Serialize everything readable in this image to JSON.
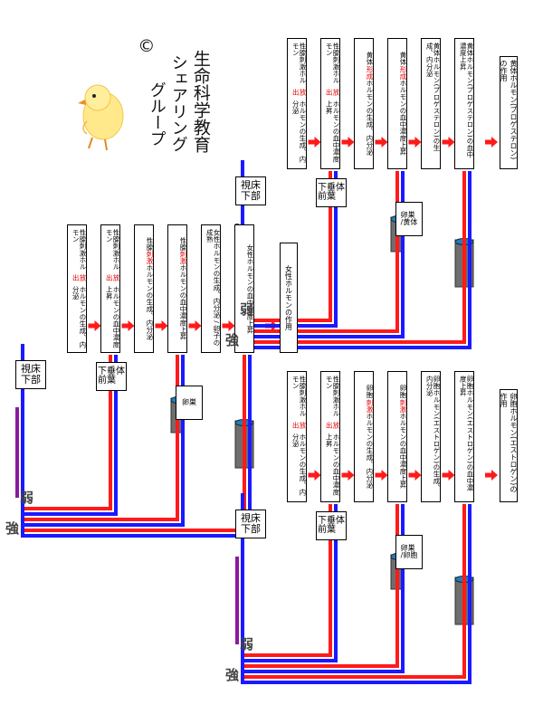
{
  "credit": {
    "symbol": "©",
    "line1": "生命科学教育",
    "line2": "シェアリング",
    "line3": "グループ",
    "chick_icon": "chick-icon"
  },
  "words": {
    "strong": "強",
    "weak": "弱"
  },
  "colors": {
    "red": "#ff1a1a",
    "blue": "#1a1aff",
    "purple": "#8a1aa0",
    "gland": "#6e6e6e",
    "gland_top": "#1d7fbf"
  },
  "diagrams": [
    {
      "id": "female",
      "hypothalamus": "視床\n下部",
      "pituitary": "下垂体\n前葉",
      "ovary": "卵巣",
      "steps": [
        {
          "pre": "性腺刺激ホルモン",
          "hl": "放出",
          "post": "ホルモンの生成、内分泌"
        },
        {
          "pre": "性腺刺激ホルモン",
          "hl": "放出",
          "post": "ホルモンの血中濃度上昇"
        },
        {
          "pre": "性腺",
          "hl": "刺激",
          "post": "ホルモンの生成、内分泌"
        },
        {
          "pre": "性腺",
          "hl": "刺激",
          "post": "ホルモンの血中濃度上昇"
        },
        {
          "pre": "女性ホルモンの生成、内分泌 / 卵子の成熟",
          "hl": "",
          "post": ""
        },
        {
          "pre": "女性ホルモンの血中濃度上昇",
          "hl": "",
          "post": ""
        }
      ],
      "effect": "女性ホルモンの作用"
    },
    {
      "id": "progesterone",
      "hypothalamus": "視床\n下部",
      "pituitary": "下垂体\n前葉",
      "ovary": "卵巣\n/黄体",
      "steps": [
        {
          "pre": "性腺刺激ホルモン",
          "hl": "放出",
          "post": "ホルモンの生成、内分泌"
        },
        {
          "pre": "性腺刺激ホルモン",
          "hl": "放出",
          "post": "ホルモンの血中濃度上昇"
        },
        {
          "pre": "黄体",
          "hl": "形成",
          "post": "ホルモンの生成、内分泌"
        },
        {
          "pre": "黄体",
          "hl": "形成",
          "post": "ホルモンの血中濃度上昇"
        },
        {
          "pre": "黄体ホルモン(プロゲステロン)の生成、内分泌",
          "hl": "",
          "post": ""
        },
        {
          "pre": "黄体ホルモン(プロゲステロン)の血中濃度上昇",
          "hl": "",
          "post": ""
        }
      ],
      "effect": "黄体ホルモン(プロゲステロン)の作用"
    },
    {
      "id": "estrogen",
      "hypothalamus": "視床\n下部",
      "pituitary": "下垂体\n前葉",
      "ovary": "卵巣\n/卵胞",
      "steps": [
        {
          "pre": "性腺刺激ホルモン",
          "hl": "放出",
          "post": "ホルモンの生成、内分泌"
        },
        {
          "pre": "性腺刺激ホルモン",
          "hl": "放出",
          "post": "ホルモンの血中濃度上昇"
        },
        {
          "pre": "卵胞",
          "hl": "刺激",
          "post": "ホルモンの生成、内分泌"
        },
        {
          "pre": "卵胞",
          "hl": "刺激",
          "post": "ホルモンの血中濃度上昇"
        },
        {
          "pre": "卵胞ホルモン(エストロゲン)の生成、内分泌",
          "hl": "",
          "post": ""
        },
        {
          "pre": "卵胞ホルモン(エストロゲン)の血中濃度上昇",
          "hl": "",
          "post": ""
        }
      ],
      "effect": "卵胞ホルモン(エストロゲン)の作用"
    }
  ]
}
